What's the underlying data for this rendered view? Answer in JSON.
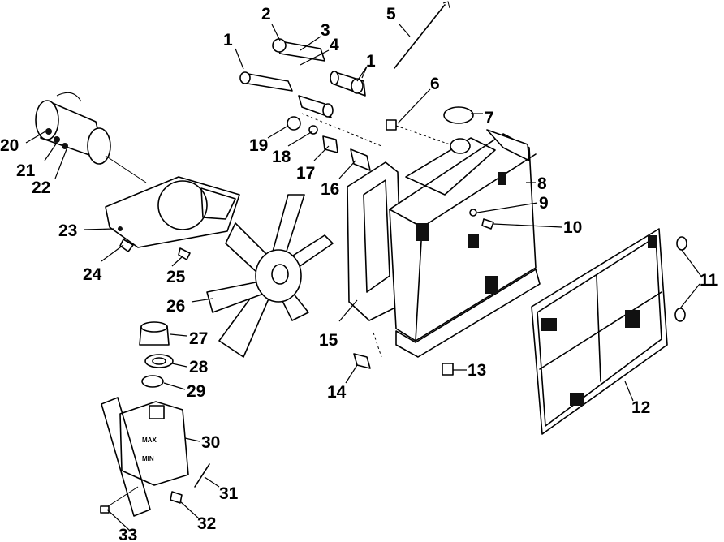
{
  "callouts": [
    "1",
    "2",
    "3",
    "4",
    "5",
    "1",
    "6",
    "7",
    "8",
    "9",
    "10",
    "11",
    "12",
    "13",
    "14",
    "15",
    "16",
    "17",
    "18",
    "19",
    "20",
    "21",
    "22",
    "23",
    "24",
    "25",
    "26",
    "27",
    "28",
    "29",
    "30",
    "31",
    "32",
    "33"
  ],
  "tank_labels": {
    "max": "MAX",
    "min": "MIN"
  }
}
